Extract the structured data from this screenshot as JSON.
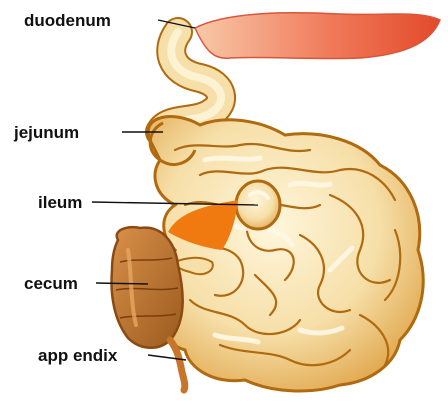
{
  "labels": {
    "duodenum": "duodenum",
    "jejunum": "jejunum",
    "ileum": "ileum",
    "cecum": "cecum",
    "appendix": "app endix"
  },
  "colors": {
    "stroke": "#b06a10",
    "coil_fill": "#f3d79a",
    "coil_highlight": "#fff6dc",
    "stomach_red": "#e8603a",
    "cecum_brown": "#b86a26",
    "mesentery_orange": "#f07a10",
    "leader_line": "#111111"
  }
}
